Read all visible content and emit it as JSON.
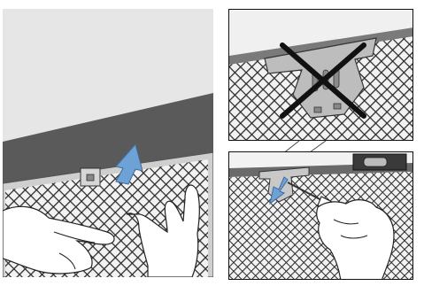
{
  "illustration": {
    "panels": [
      {
        "id": "left",
        "depicts": "filter-removal-overview",
        "colors": {
          "background": "#e6e6e6",
          "hood": "#5b5b5b",
          "mesh": "#3a3a3a",
          "arrow": "#6a9fd4"
        }
      },
      {
        "id": "top-right",
        "depicts": "incorrect-lever-handling",
        "colors": {
          "background": "#ececec",
          "bracket": "#b9b9b9",
          "cross": "#111111"
        }
      },
      {
        "id": "bottom-right",
        "depicts": "screwdriver-lever-release",
        "colors": {
          "background": "#ececec",
          "arrow": "#6a9fd4"
        }
      }
    ],
    "icons": [
      "hand-icon",
      "arrow-up-icon",
      "cross-icon",
      "screwdriver-icon",
      "arrow-down-icon"
    ]
  }
}
